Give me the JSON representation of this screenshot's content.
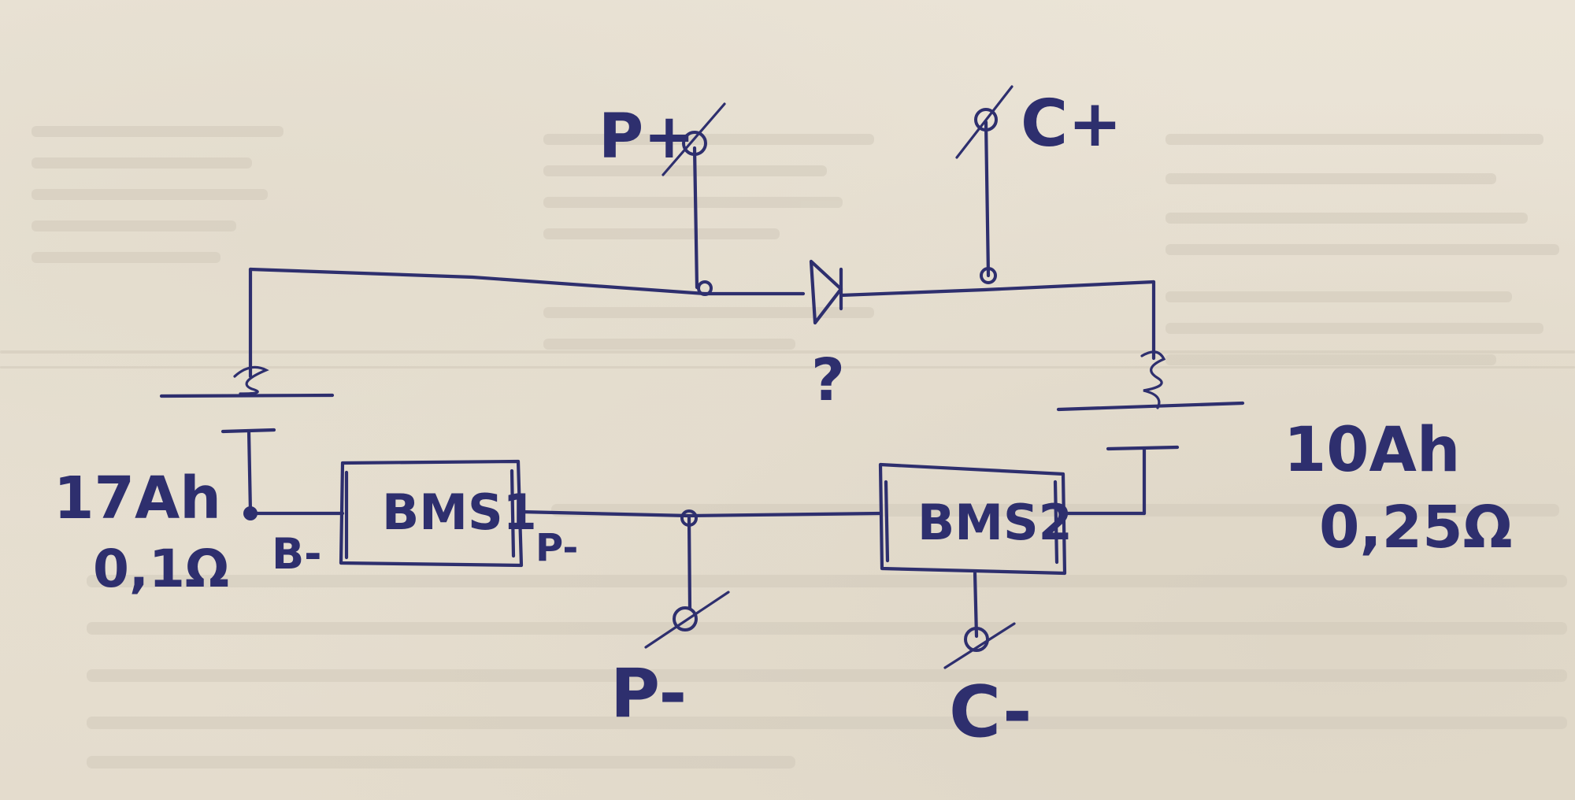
{
  "diagram": {
    "labels": {
      "p_plus": "P+",
      "c_plus": "C+",
      "p_minus": "P-",
      "c_minus": "C-",
      "bms1": "BMS1",
      "bms2": "BMS2",
      "b_minus": "B-",
      "p_minus_pin": "P-",
      "diode_question": "?",
      "battery1_capacity": "17Ah",
      "battery1_resistance": "0,1Ω",
      "battery2_capacity": "10Ah",
      "battery2_resistance": "0,25Ω"
    },
    "ink_color": "#2e2f6e",
    "paper_color": "#e8e1d3"
  }
}
